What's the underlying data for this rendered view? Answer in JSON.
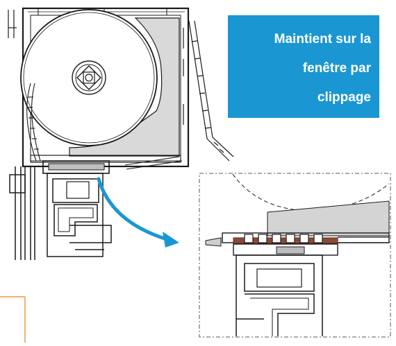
{
  "callout": {
    "lines": [
      "Maintient sur la",
      "fenêtre par",
      "clippage"
    ],
    "background": "#1a97d2",
    "text_color": "#ffffff"
  },
  "colors": {
    "line": "#1a1a1a",
    "shade": "#d9d9d9",
    "arrow": "#1a97d2",
    "accent_frame": "#e89a3c",
    "highlight_brown": "#8a4a3a"
  },
  "diagram": {
    "left_view": "roller-shutter-box-cross-section",
    "right_view": "zoomed-clip-detail",
    "arrow": "curved-arrow-to-detail"
  }
}
